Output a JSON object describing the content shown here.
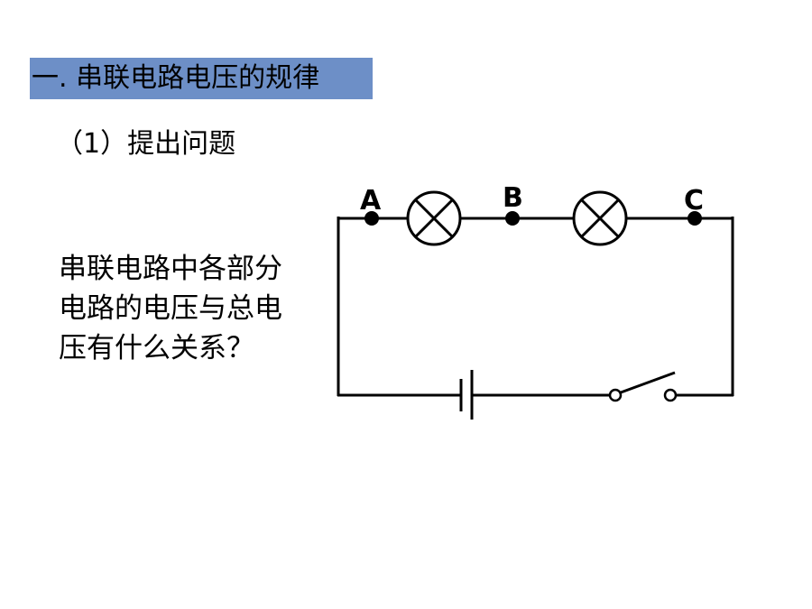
{
  "slide": {
    "section_title": "一. 串联电路电压的规律",
    "subtitle": "（1）提出问题",
    "question_lines": [
      "串联电路中各部分",
      "电路的电压与总电",
      "压有什么关系？"
    ]
  },
  "circuit": {
    "nodes": [
      {
        "id": "A",
        "label": "A"
      },
      {
        "id": "B",
        "label": "B"
      },
      {
        "id": "C",
        "label": "C"
      }
    ],
    "components": [
      "lamp-icon",
      "lamp-icon",
      "battery-icon",
      "switch-icon"
    ]
  }
}
